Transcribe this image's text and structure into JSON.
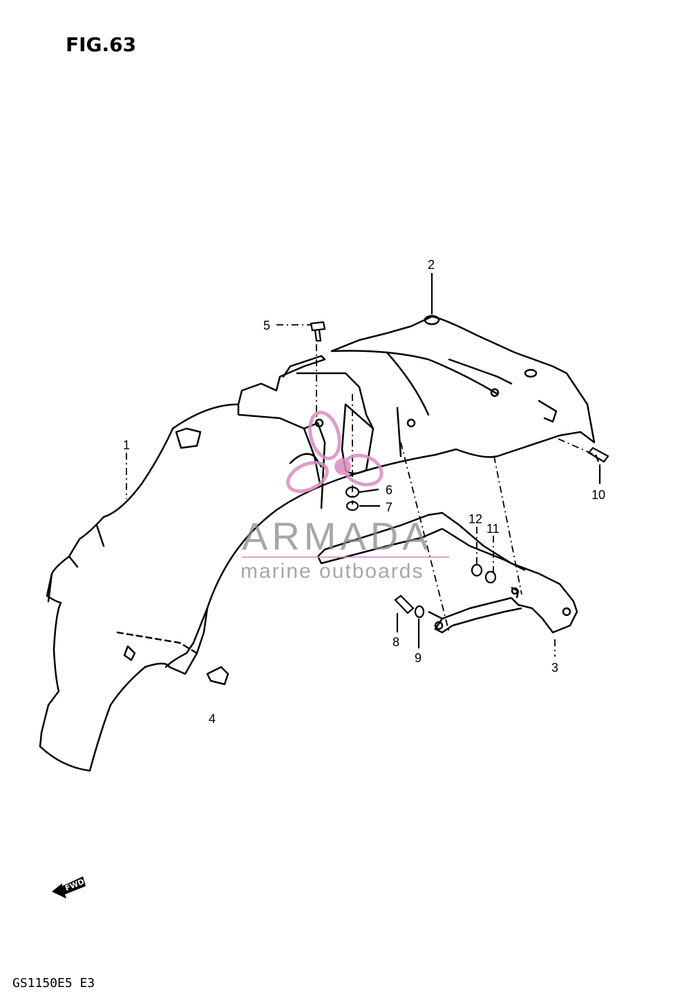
{
  "figure": {
    "title": "FIG.63",
    "code": "GS1150E5 E3",
    "fwd_label": "FWD"
  },
  "callouts": [
    {
      "id": "1",
      "label": "1"
    },
    {
      "id": "2",
      "label": "2"
    },
    {
      "id": "3",
      "label": "3"
    },
    {
      "id": "4",
      "label": "4"
    },
    {
      "id": "5",
      "label": "5"
    },
    {
      "id": "6",
      "label": "6"
    },
    {
      "id": "7",
      "label": "7"
    },
    {
      "id": "8",
      "label": "8"
    },
    {
      "id": "9",
      "label": "9"
    },
    {
      "id": "10",
      "label": "10"
    },
    {
      "id": "11",
      "label": "11"
    },
    {
      "id": "12",
      "label": "12"
    }
  ],
  "watermark": {
    "brand": "ARMADA",
    "tagline": "marine outboards",
    "accent_color": "#d98cc0",
    "text_color": "#8a8a8a"
  }
}
